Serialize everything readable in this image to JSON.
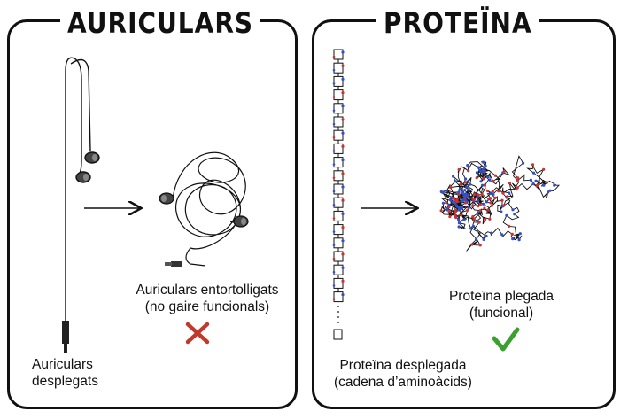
{
  "headphones": {
    "title": "AURICULARS",
    "unwound_caption": [
      "Auriculars",
      "desplegats"
    ],
    "tangled_caption": [
      "Auriculars entortolligats",
      "(no gaire funcionals)"
    ],
    "verdict": "cross-icon",
    "verdict_color": "#c0392b"
  },
  "protein": {
    "title": "PROTEÏNA",
    "unfolded_caption": [
      "Proteïna desplegada",
      "(cadena d’aminoàcids)"
    ],
    "folded_caption": [
      "Proteïna plegada",
      "(funcional)"
    ],
    "verdict": "checkmark-icon",
    "verdict_color": "#3aa02e"
  },
  "colors": {
    "line": "#111111",
    "oxygen": "#d0312d",
    "nitrogen": "#3050d0"
  }
}
